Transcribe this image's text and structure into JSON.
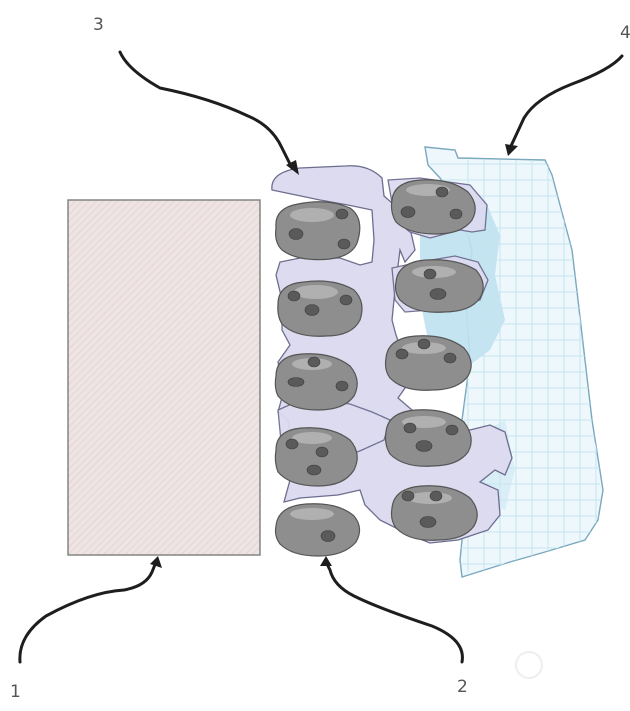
{
  "figure": {
    "labels": [
      "1",
      "2",
      "3",
      "4"
    ]
  },
  "colors": {
    "block": "#efe4e4",
    "matrix": "#dcdbf0",
    "scaffold": "#eef8fc",
    "scaffold_fill": "#bfe1f1",
    "cell": "#8e8e8e",
    "leader": "#1e1e1e"
  },
  "cells": [
    {
      "col": "left",
      "row": 1,
      "dots": 3
    },
    {
      "col": "left",
      "row": 2,
      "dots": 3
    },
    {
      "col": "left",
      "row": 3,
      "dots": 3
    },
    {
      "col": "left",
      "row": 4,
      "dots": 3
    },
    {
      "col": "left",
      "row": 5,
      "dots": 1
    },
    {
      "col": "right",
      "row": 1,
      "dots": 3
    },
    {
      "col": "right",
      "row": 2,
      "dots": 2
    },
    {
      "col": "right",
      "row": 3,
      "dots": 3
    },
    {
      "col": "right",
      "row": 4,
      "dots": 3
    },
    {
      "col": "right",
      "row": 5,
      "dots": 3
    }
  ]
}
